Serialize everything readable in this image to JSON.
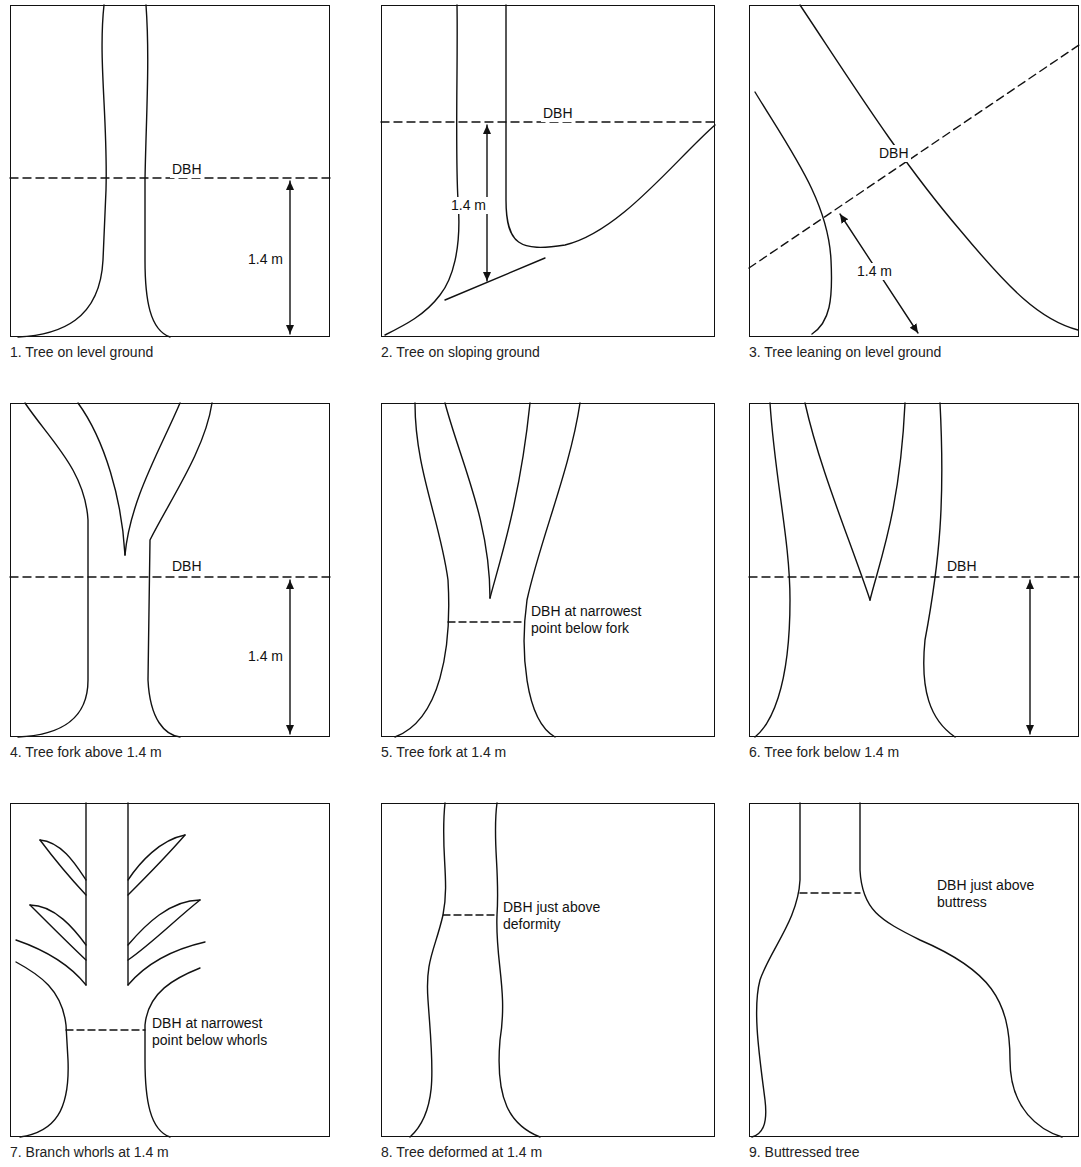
{
  "diagram": {
    "nodes": [
      {
        "text": [
          "DBH",
          "1.4 m",
          "1. Tree on level ground"
        ]
      },
      {
        "text": [
          "DBH",
          "1.4 m",
          "2. Tree on sloping ground"
        ]
      },
      {
        "text": [
          "DBH",
          "1.4 m",
          "3. Tree leaning on level ground"
        ]
      },
      {
        "text": [
          "DBH",
          "1.4 m",
          "4. Tree fork above 1.4 m"
        ]
      },
      {
        "text": [
          "DBH at narrowest point below fork",
          "5. Tree fork at 1.4 m"
        ]
      },
      {
        "text": [
          "DBH",
          "6. Tree fork below 1.4 m"
        ]
      },
      {
        "text": [
          "DBH at narrowest point below whorls",
          "7. Branch whorls at 1.4 m"
        ]
      },
      {
        "text": [
          "DBH just above deformity",
          "8. Tree deformed at 1.4 m"
        ]
      },
      {
        "text": [
          "DBH just above buttress",
          "9. Buttressed tree"
        ]
      }
    ]
  }
}
